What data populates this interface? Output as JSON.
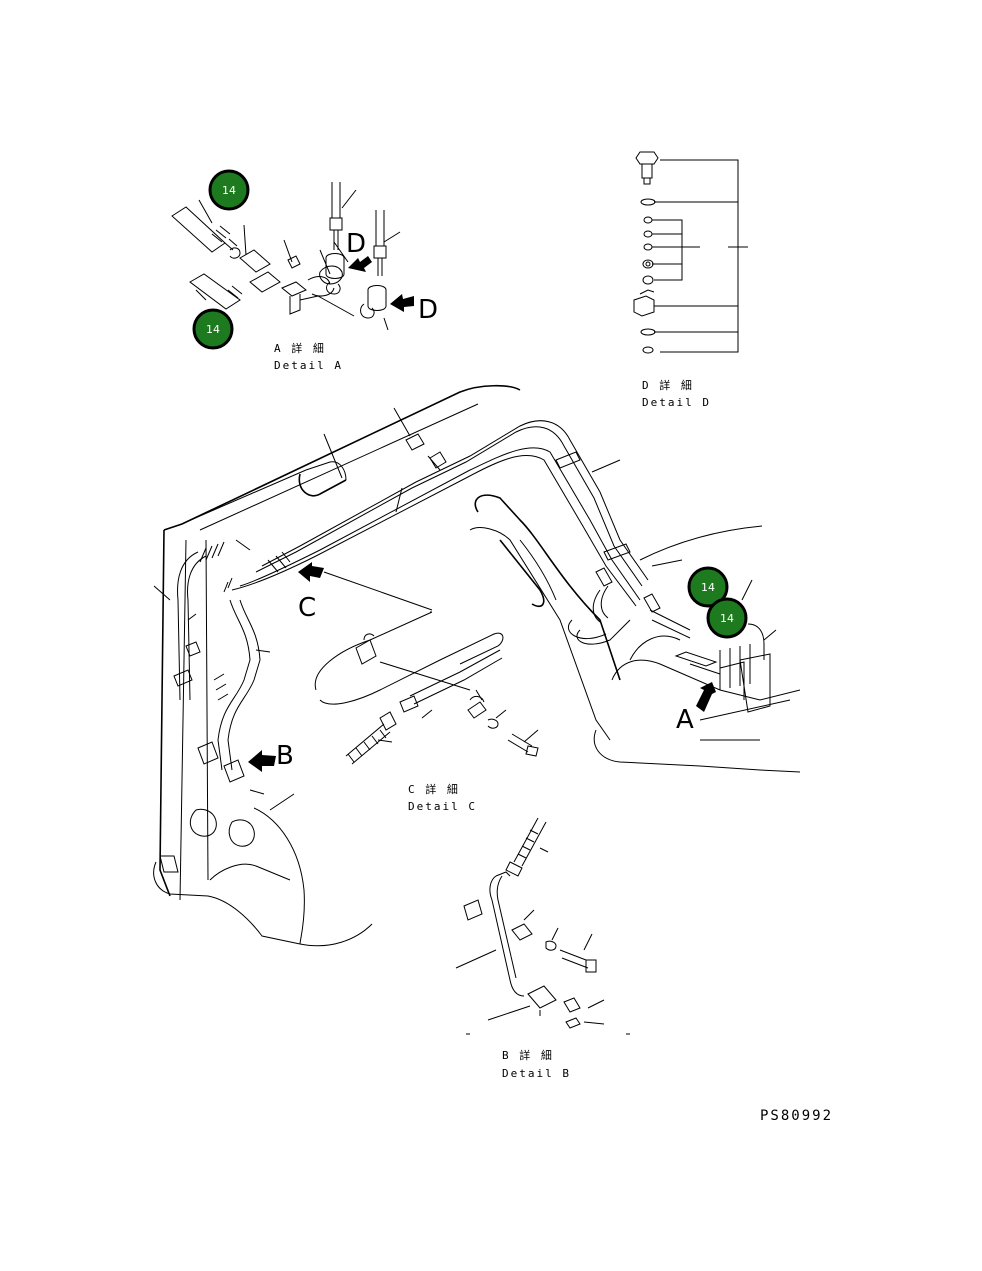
{
  "badges": [
    {
      "label": "14"
    },
    {
      "label": "14"
    },
    {
      "label": "14"
    },
    {
      "label": "14"
    }
  ],
  "details": {
    "a": {
      "jp": "A 詳 細",
      "en": "Detail A"
    },
    "b": {
      "jp": "B 詳 細",
      "en": "Detail B"
    },
    "c": {
      "jp": "C 詳 細",
      "en": "Detail C"
    },
    "d": {
      "jp": "D 詳 細",
      "en": "Detail D"
    }
  },
  "callouts": {
    "a": "A",
    "b": "B",
    "c": "C",
    "d1": "D",
    "d2": "D"
  },
  "drawing_code": "PS80992",
  "colors": {
    "badge_fill": "#1e7a1e",
    "badge_ring": "#000000",
    "line": "#000000"
  }
}
